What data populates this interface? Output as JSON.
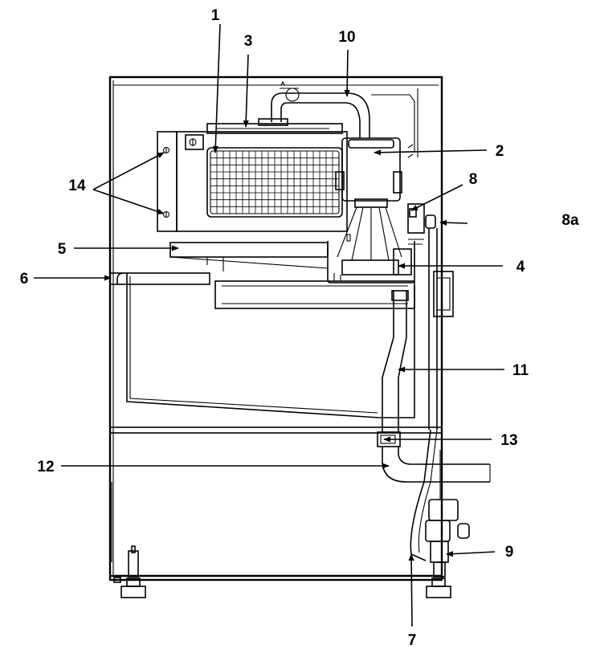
{
  "callouts": {
    "c1": "1",
    "c2": "2",
    "c3": "3",
    "c4": "4",
    "c5": "5",
    "c6": "6",
    "c7": "7",
    "c8": "8",
    "c8a": "8a",
    "c9": "9",
    "c10": "10",
    "c11": "11",
    "c12": "12",
    "c13": "13",
    "c14": "14"
  },
  "colors": {
    "line": "#000000",
    "background": "#ffffff"
  }
}
